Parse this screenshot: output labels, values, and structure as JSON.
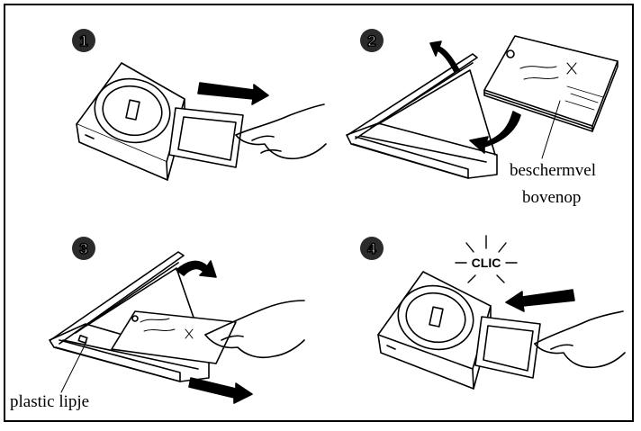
{
  "steps": [
    {
      "number": "1"
    },
    {
      "number": "2"
    },
    {
      "number": "3"
    },
    {
      "number": "4"
    }
  ],
  "labels": {
    "protective_sheet_line1": "beschermvel",
    "protective_sheet_line2": "bovenop",
    "plastic_tab": "plastic lipje",
    "click_sound": "CLIC"
  },
  "colors": {
    "ink": "#000000",
    "badge": "#2b2b2b",
    "paper": "#ffffff"
  }
}
